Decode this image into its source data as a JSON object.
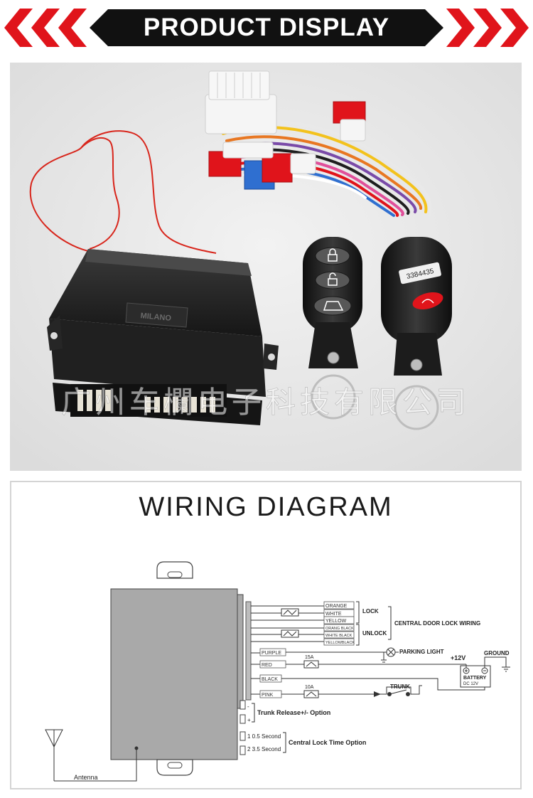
{
  "header": {
    "title": "PRODUCT DISPLAY",
    "accent_color": "#e0141b",
    "bar_color": "#111111"
  },
  "photo": {
    "module_brand": "MILANO",
    "remote_serial": "3384435",
    "watermark": "广州车欄电子科技有限公司",
    "icons": [
      "lock-icon",
      "unlock-icon",
      "trunk-icon"
    ]
  },
  "diagram": {
    "title": "WIRING DIAGRAM",
    "wires": {
      "orange": "ORANGE",
      "white": "WHITE",
      "yellow": "YELLOW",
      "orange_black": "ORANG BLACK",
      "white_black": "WHITE BLACK",
      "yellow_black": "YELLOWBLACK",
      "purple": "PURPLE",
      "red": "RED",
      "black": "BLACK",
      "pink": "PINK"
    },
    "group_labels": {
      "lock": "LOCK",
      "unlock": "UNLOCK",
      "central_door": "CENTRAL DOOR LOCK WIRING"
    },
    "parking_light": "PARKING LIGHT",
    "fuse_15": "15A",
    "fuse_10": "10A",
    "plus12v": "+12V",
    "ground": "GROUND",
    "battery": "BATTERY",
    "battery_spec": "DC  12V",
    "trunk": "TRUNK",
    "trunk_release": "Trunk Release+/- Option",
    "trunk_minus": "-",
    "trunk_plus": "+",
    "time_1": "1  0.5 Second",
    "time_2": "2  3.5 Second",
    "central_lock_time": "Central Lock Time Option",
    "antenna": "Antenna"
  }
}
